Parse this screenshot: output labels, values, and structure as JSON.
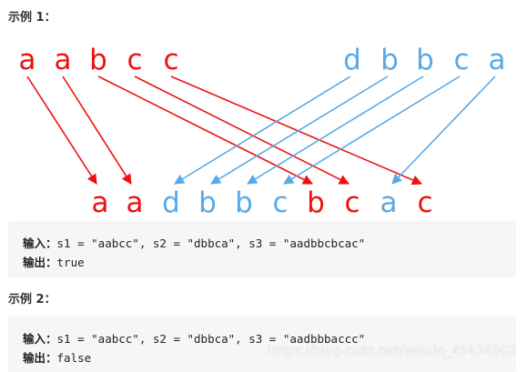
{
  "colors": {
    "s1": "#ee1111",
    "s2": "#5aa9e6",
    "s3_from_s1": "#ee1111",
    "s3_from_s2": "#5aa9e6"
  },
  "example1": {
    "heading": "示例 1：",
    "diagram": {
      "s1_chars": [
        "a",
        "a",
        "b",
        "c",
        "c"
      ],
      "s2_chars": [
        "d",
        "b",
        "b",
        "c",
        "a"
      ],
      "s3": [
        {
          "char": "a",
          "source": "s1"
        },
        {
          "char": "a",
          "source": "s1"
        },
        {
          "char": "d",
          "source": "s2"
        },
        {
          "char": "b",
          "source": "s2"
        },
        {
          "char": "b",
          "source": "s2"
        },
        {
          "char": "c",
          "source": "s2"
        },
        {
          "char": "b",
          "source": "s1"
        },
        {
          "char": "c",
          "source": "s1"
        },
        {
          "char": "a",
          "source": "s2"
        },
        {
          "char": "c",
          "source": "s1"
        }
      ],
      "links": [
        {
          "from": "s1",
          "index": 0,
          "to": 0
        },
        {
          "from": "s1",
          "index": 1,
          "to": 1
        },
        {
          "from": "s1",
          "index": 2,
          "to": 6
        },
        {
          "from": "s1",
          "index": 3,
          "to": 7
        },
        {
          "from": "s1",
          "index": 4,
          "to": 9
        },
        {
          "from": "s2",
          "index": 0,
          "to": 2
        },
        {
          "from": "s2",
          "index": 1,
          "to": 3
        },
        {
          "from": "s2",
          "index": 2,
          "to": 4
        },
        {
          "from": "s2",
          "index": 3,
          "to": 5
        },
        {
          "from": "s2",
          "index": 4,
          "to": 8
        }
      ]
    },
    "input_label": "输入：",
    "input_value": "s1 = \"aabcc\", s2 = \"dbbca\", s3 = \"aadbbcbcac\"",
    "output_label": "输出：",
    "output_value": "true"
  },
  "example2": {
    "heading": "示例 2：",
    "input_label": "输入：",
    "input_value": "s1 = \"aabcc\", s2 = \"dbbca\", s3 = \"aadbbbaccc\"",
    "output_label": "输出：",
    "output_value": "false"
  },
  "watermark": "https://blog.csdn.net/weixin_45434902"
}
